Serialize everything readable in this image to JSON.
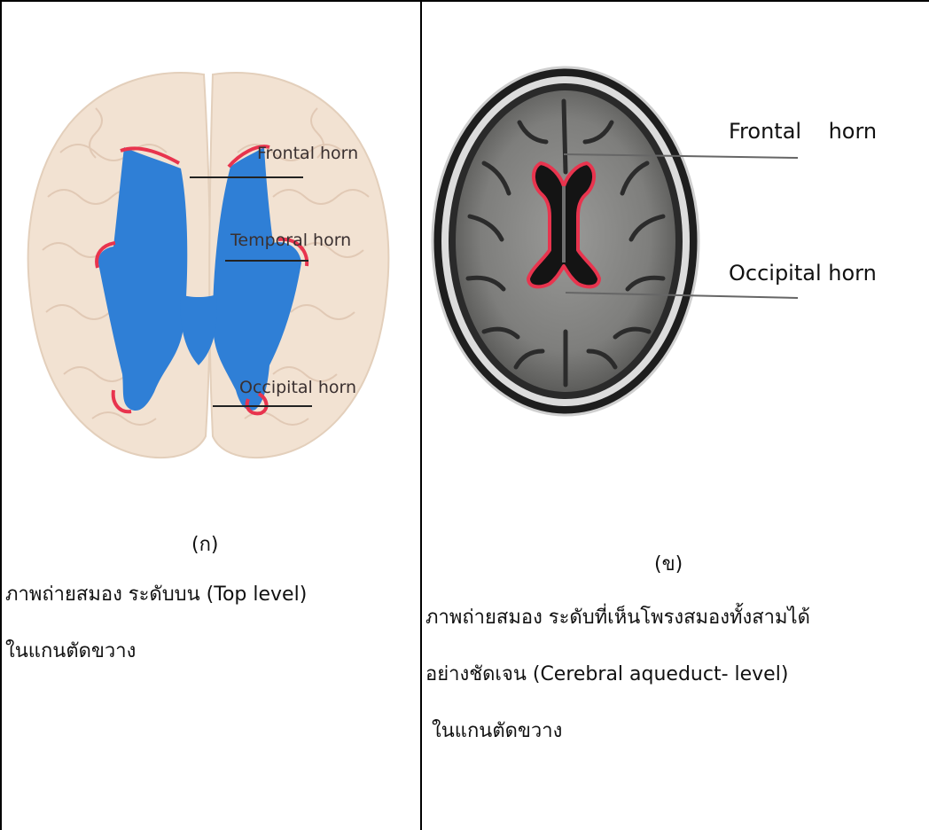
{
  "left_panel": {
    "labels": [
      "Frontal horn",
      "Temporal horn",
      "Occipital horn"
    ],
    "caption_letter": "(ก)",
    "caption_lines": [
      "ภาพถ่ายสมอง ระดับบน (Top level)",
      "ในแกนตัดขวาง"
    ]
  },
  "right_panel": {
    "labels": [
      "Frontal    horn",
      "Occipital horn"
    ],
    "caption_letter": "(ข)",
    "caption_lines": [
      "ภาพถ่ายสมอง ระดับที่เห็นโพรงสมองทั้งสามได้",
      "อย่างชัดเจน (Cerebral aqueduct- level)",
      " ในแกนตัดขวาง"
    ]
  },
  "colors": {
    "ventricle_blue": "#2f7fd6",
    "outline_red": "#e8344e",
    "brain_beige": "#f2e2d2",
    "mri_gray": "#8a8a8a"
  }
}
